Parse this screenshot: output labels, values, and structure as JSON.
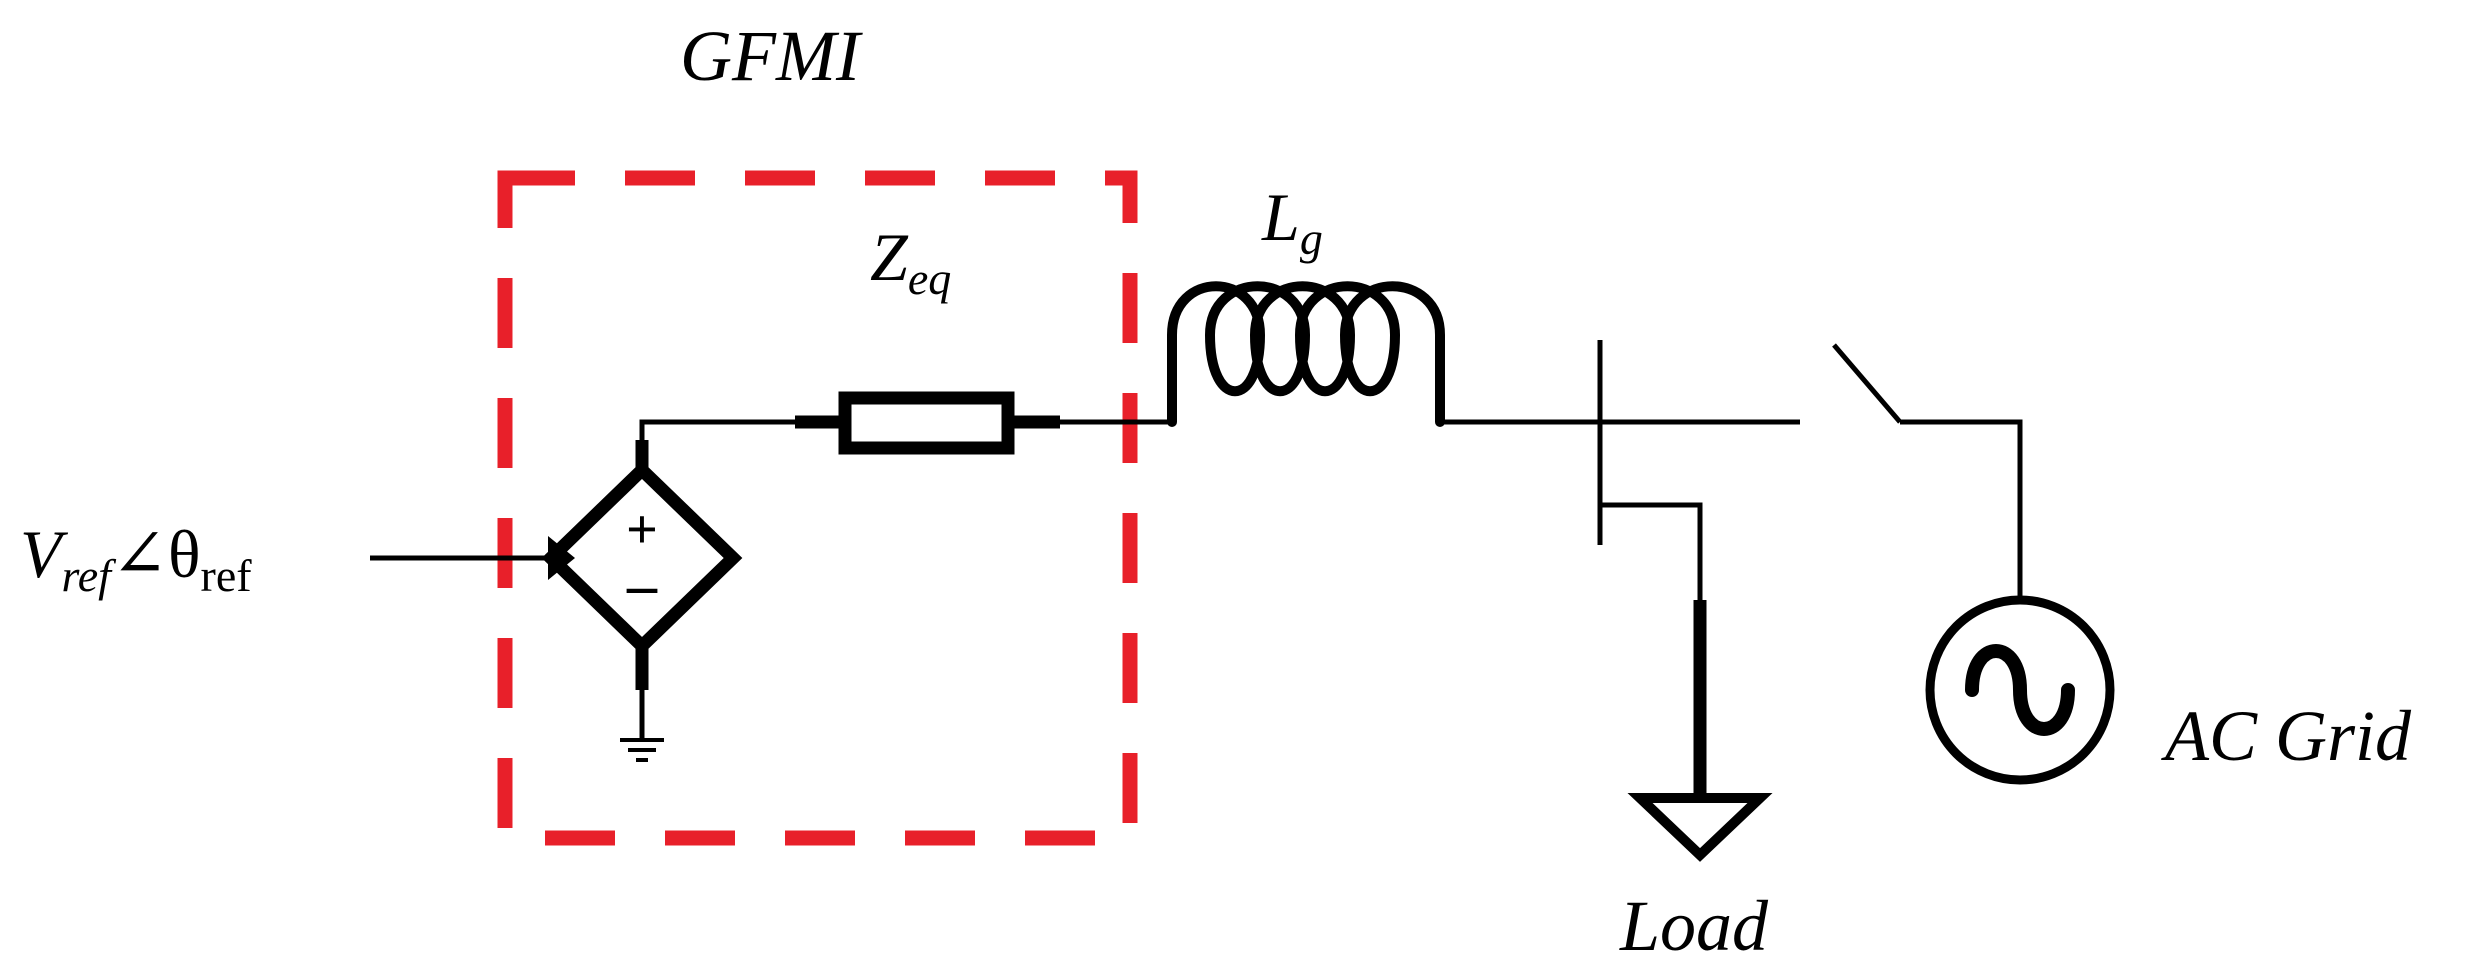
{
  "labels": {
    "gfmi": "GFMI",
    "zeq_main": "Z",
    "zeq_sub": "eq",
    "lg_main": "L",
    "lg_sub": "g",
    "vref_main": "V",
    "vref_sub": "ref",
    "angle": "∠",
    "theta": "θ",
    "theta_sub": "ref",
    "plus": "+",
    "minus": "–",
    "load": "Load",
    "ac_grid": "AC Grid"
  },
  "colors": {
    "line": "#000000",
    "gfmi_box": "#e8202a",
    "background": "#ffffff"
  },
  "icons": [
    "dependent-voltage-source-icon",
    "ground-icon",
    "resistor-icon",
    "inductor-icon",
    "switch-icon",
    "load-triangle-icon",
    "ac-source-icon"
  ]
}
